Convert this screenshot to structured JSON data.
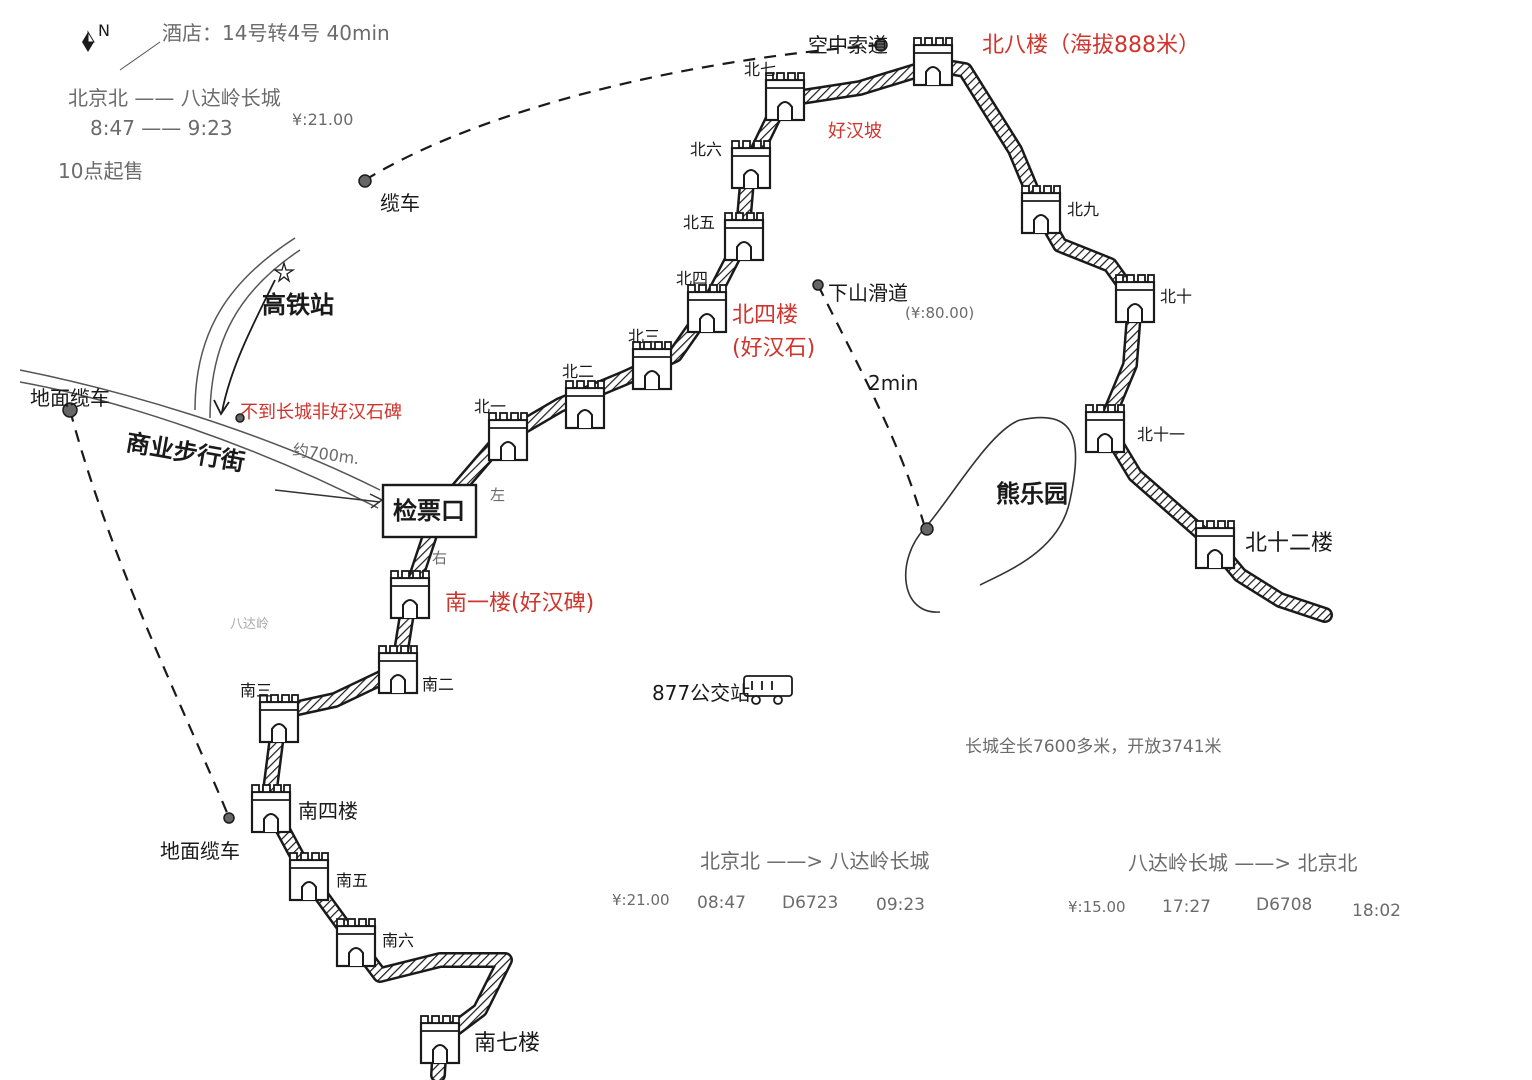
{
  "colors": {
    "ink": "#1a1a1a",
    "red": "#d0342c",
    "pencil": "#6b6b6b",
    "paper": "#ffffff"
  },
  "compass": {
    "icon": "north-arrow-icon",
    "label": "N"
  },
  "notes": {
    "hotel": "酒店：14号转4号 40min",
    "route": "北京北 —— 八达岭长城",
    "times": "8:47 —— 9:23",
    "price": "¥:21.00",
    "sale": "10点起售"
  },
  "places": {
    "cable_car": "缆车",
    "zipline": "空中索道",
    "gaotie": "高铁站",
    "ground_cable_left": "地面缆车",
    "ground_cable_bottom": "地面缆车",
    "pedestrian_street": "商业步行街",
    "not_hero": "不到长城非好汉石碑",
    "distance": "约700m.",
    "ticket_gate": "检票口",
    "left_mark": "左",
    "right_mark": "右",
    "slide": "下山滑道",
    "slide_price": "(¥:80.00)",
    "slide_time": "2min",
    "bear_park": "熊乐园",
    "bus": "877公交站",
    "faint": "八达岭"
  },
  "towers": {
    "north": [
      "北一",
      "北二",
      "北三",
      "北四",
      "北五",
      "北六",
      "北七",
      "北九",
      "北十",
      "北十一",
      "北十二楼"
    ],
    "south": [
      "南二",
      "南三",
      "南四楼",
      "南五",
      "南六",
      "南七楼"
    ]
  },
  "red_labels": {
    "north8": "北八楼（海拔888米）",
    "haohanpo": "好汉坡",
    "north4_a": "北四楼",
    "north4_b": "(好汉石)",
    "south1": "南一楼(好汉碑)"
  },
  "info": {
    "length": "长城全长7600多米，开放3741米",
    "route_out": "北京北 ——> 八达岭长城",
    "route_back": "八达岭长城 ——> 北京北",
    "out": {
      "price": "¥:21.00",
      "dep": "08:47",
      "train": "D6723",
      "arr": "09:23"
    },
    "back": {
      "price": "¥:15.00",
      "dep": "17:27",
      "train": "D6708",
      "arr": "18:02"
    }
  }
}
